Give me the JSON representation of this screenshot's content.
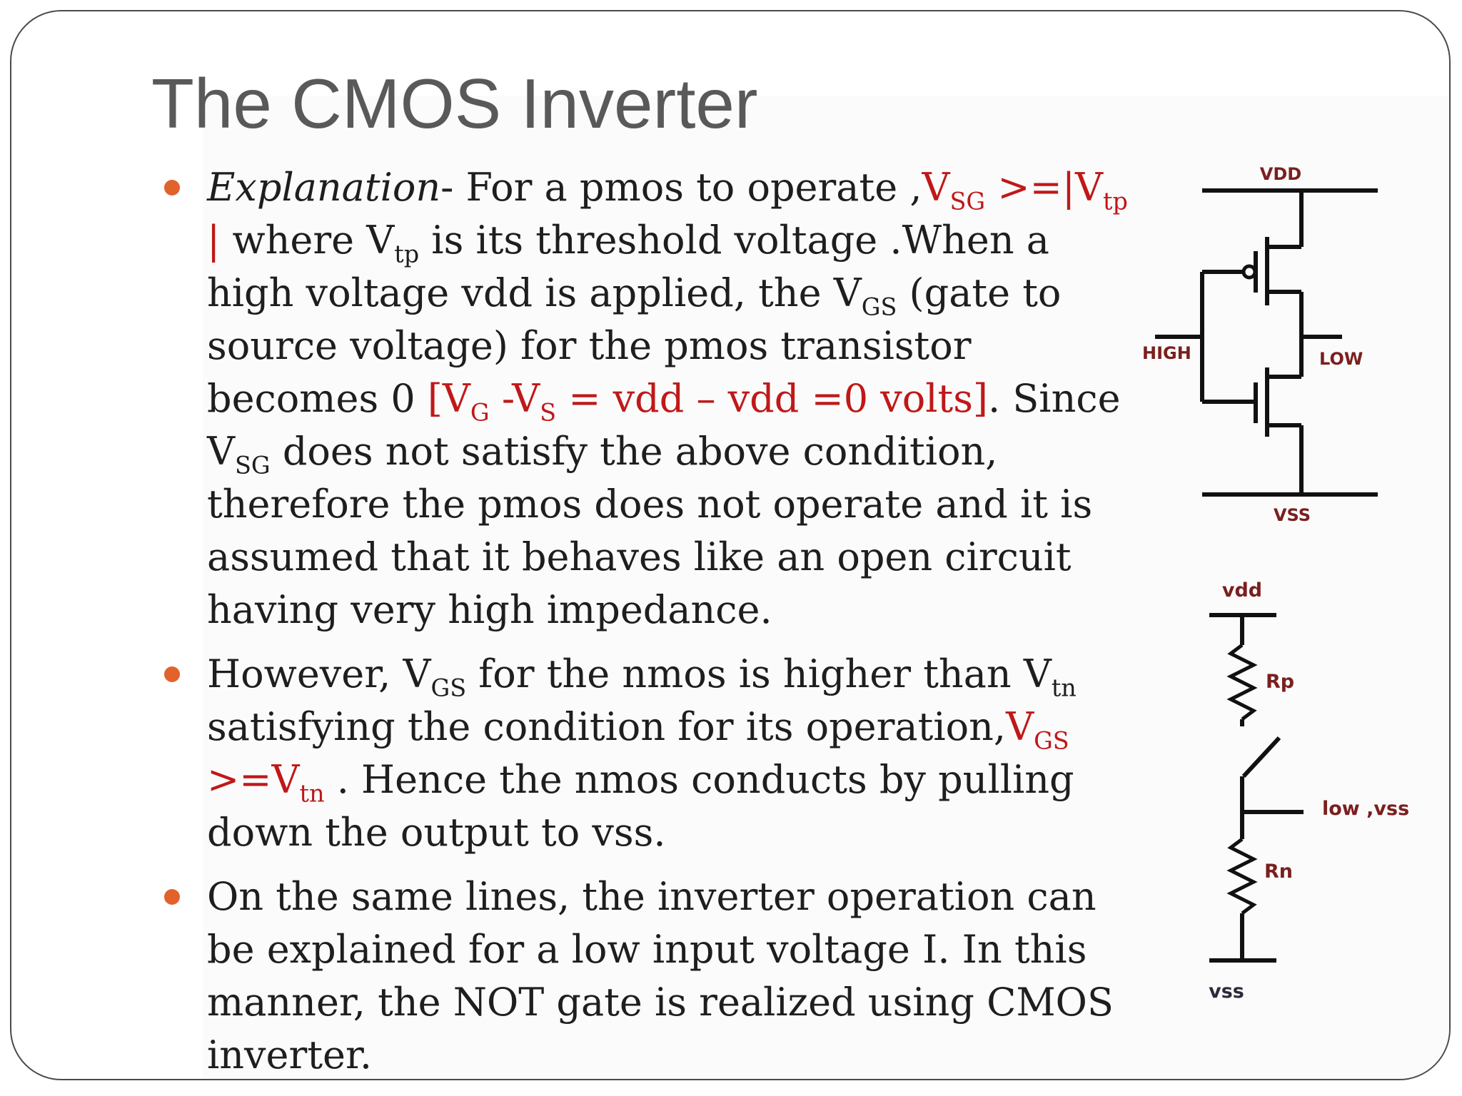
{
  "slide": {
    "title": "The CMOS Inverter",
    "bullets": [
      {
        "explanation_label": "Explanation",
        "t1": "- For a pmos to operate ,",
        "c1": ">=|V",
        "c1_end": " |",
        "t2": "where V",
        "t3": " is its threshold voltage .When a high voltage vdd is applied, the V",
        "t4": " (gate to source voltage) for the pmos transistor becomes 0 ",
        "r1": "[V",
        "r2": " -V",
        "r3": " = vdd – vdd =0 volts]",
        "t5": ". Since V",
        "t6": " does not satisfy the above condition, therefore the pmos does not operate and it is assumed that it behaves like an open circuit having very high impedance."
      },
      {
        "t1": " However, V",
        "t2": " for the nmos is higher than V",
        "t3": " satisfying the condition for its operation,",
        "c2": " >=V",
        "t4": " . Hence the nmos conducts by pulling down the output to vss."
      },
      {
        "text": "On the same lines, the inverter operation can be explained for a low input voltage I. In this manner, the NOT gate is realized using CMOS inverter."
      }
    ],
    "symbols": {
      "V": "V",
      "sg": "SG",
      "gs": "GS",
      "tp": "tp",
      "tn": "tn",
      "g": "G",
      "s": "S"
    }
  },
  "diagram_top": {
    "vdd": "VDD",
    "vss": "VSS",
    "input": "HIGH",
    "output": "LOW"
  },
  "diagram_bottom": {
    "vdd": "vdd",
    "rp": "Rp",
    "rn": "Rn",
    "output": "low ,vss",
    "vss": "vss"
  },
  "colors": {
    "title": "#595959",
    "body": "#1e1e1e",
    "highlight": "#c01818",
    "bullet": "#e2622c",
    "label": "#7a1f1f"
  }
}
